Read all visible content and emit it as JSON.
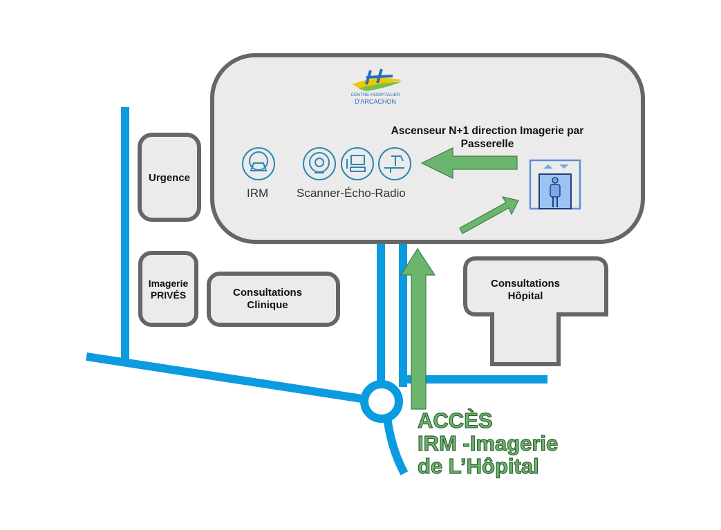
{
  "logo": {
    "line1": "CENTRE HOSPITALIER",
    "line2": "D'ARCACHON",
    "colors": {
      "blue": "#2a6db5",
      "yellow": "#f2c500",
      "green": "#7bbf4a"
    }
  },
  "buildings": {
    "urgence": "Urgence",
    "imagerie_prives": [
      "Imagerie",
      "PRIVÉS"
    ],
    "consultations_clinique": [
      "Consultations",
      "Clinique"
    ],
    "consultations_hopital": [
      "Consultations",
      "Hôpital"
    ]
  },
  "main_building": {
    "elevator_label": [
      "Ascenseur N+1 direction Imagerie par",
      "Passerelle"
    ],
    "irm_label": "IRM",
    "scanner_label": "Scanner-Écho-Radio",
    "icons": [
      "mri-icon",
      "scanner-icon",
      "ultrasound-icon",
      "xray-icon",
      "elevator-icon"
    ]
  },
  "access": {
    "line1": "ACCÈS",
    "line2": "IRM -Imagerie",
    "line3": "de L’Hôpital"
  },
  "colors": {
    "road": "#0a9be0",
    "arrow": "#6bb56e",
    "building_stroke": "#666666",
    "building_fill": "#ebebeb"
  }
}
